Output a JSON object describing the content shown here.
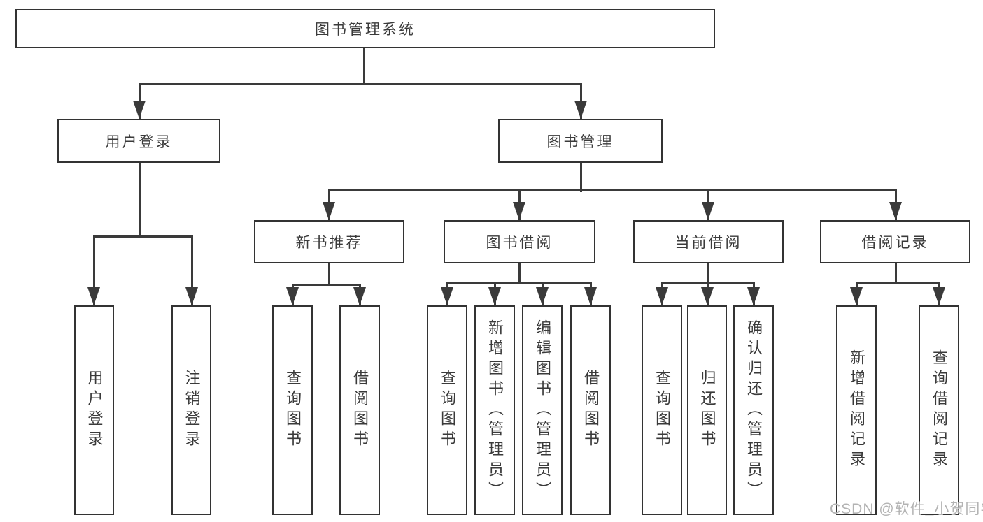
{
  "diagram": {
    "title": "图书管理系统",
    "level2": [
      "用户登录",
      "图书管理"
    ],
    "level3": [
      "新书推荐",
      "图书借阅",
      "当前借阅",
      "借阅记录"
    ],
    "leaves": [
      "用户登录",
      "注销登录",
      "查询图书",
      "借阅图书",
      "查询图书",
      "新增图书（管理员）",
      "编辑图书（管理员）",
      "借阅图书",
      "查询图书",
      "归还图书",
      "确认归还（管理员）",
      "新增借阅记录",
      "查询借阅记录"
    ],
    "structure": {
      "图书管理系统": [
        "用户登录",
        "图书管理"
      ],
      "用户登录": [
        "用户登录",
        "注销登录"
      ],
      "图书管理": [
        "新书推荐",
        "图书借阅",
        "当前借阅",
        "借阅记录"
      ],
      "新书推荐": [
        "查询图书",
        "借阅图书"
      ],
      "图书借阅": [
        "查询图书",
        "新增图书（管理员）",
        "编辑图书（管理员）",
        "借阅图书"
      ],
      "当前借阅": [
        "查询图书",
        "归还图书",
        "确认归还（管理员）"
      ],
      "借阅记录": [
        "新增借阅记录",
        "查询借阅记录"
      ]
    }
  },
  "watermark": {
    "text": "CSDN @软件_小贺同学"
  },
  "colors": {
    "line": "#3a3a3a",
    "box_border": "#333333",
    "text": "#3a3a3a",
    "background": "#ffffff",
    "watermark": "#b3b3b3"
  }
}
